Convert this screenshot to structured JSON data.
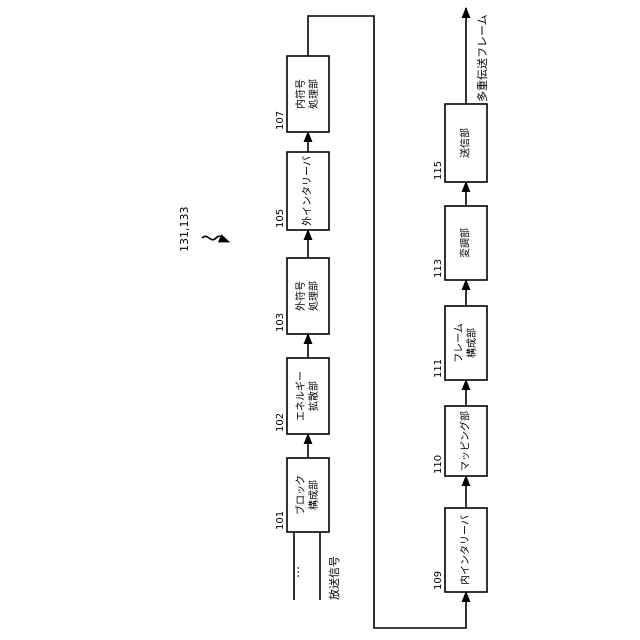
{
  "diagram": {
    "group_ref": "131,133",
    "input_label": "放送信号",
    "input_dots": "⋯",
    "output_label": "多重伝送フレーム",
    "blocks": [
      {
        "ref": "101",
        "lines": [
          "ブロック",
          "構成部"
        ]
      },
      {
        "ref": "102",
        "lines": [
          "エネルギー",
          "拡散部"
        ]
      },
      {
        "ref": "103",
        "lines": [
          "外符号",
          "処理部"
        ]
      },
      {
        "ref": "105",
        "lines": [
          "外インタリーバ"
        ]
      },
      {
        "ref": "107",
        "lines": [
          "内符号",
          "処理部"
        ]
      },
      {
        "ref": "109",
        "lines": [
          "内インタリーバ"
        ]
      },
      {
        "ref": "110",
        "lines": [
          "マッピング部"
        ]
      },
      {
        "ref": "111",
        "lines": [
          "フレーム",
          "構成部"
        ]
      },
      {
        "ref": "113",
        "lines": [
          "変調部"
        ]
      },
      {
        "ref": "115",
        "lines": [
          "送信部"
        ]
      }
    ]
  }
}
